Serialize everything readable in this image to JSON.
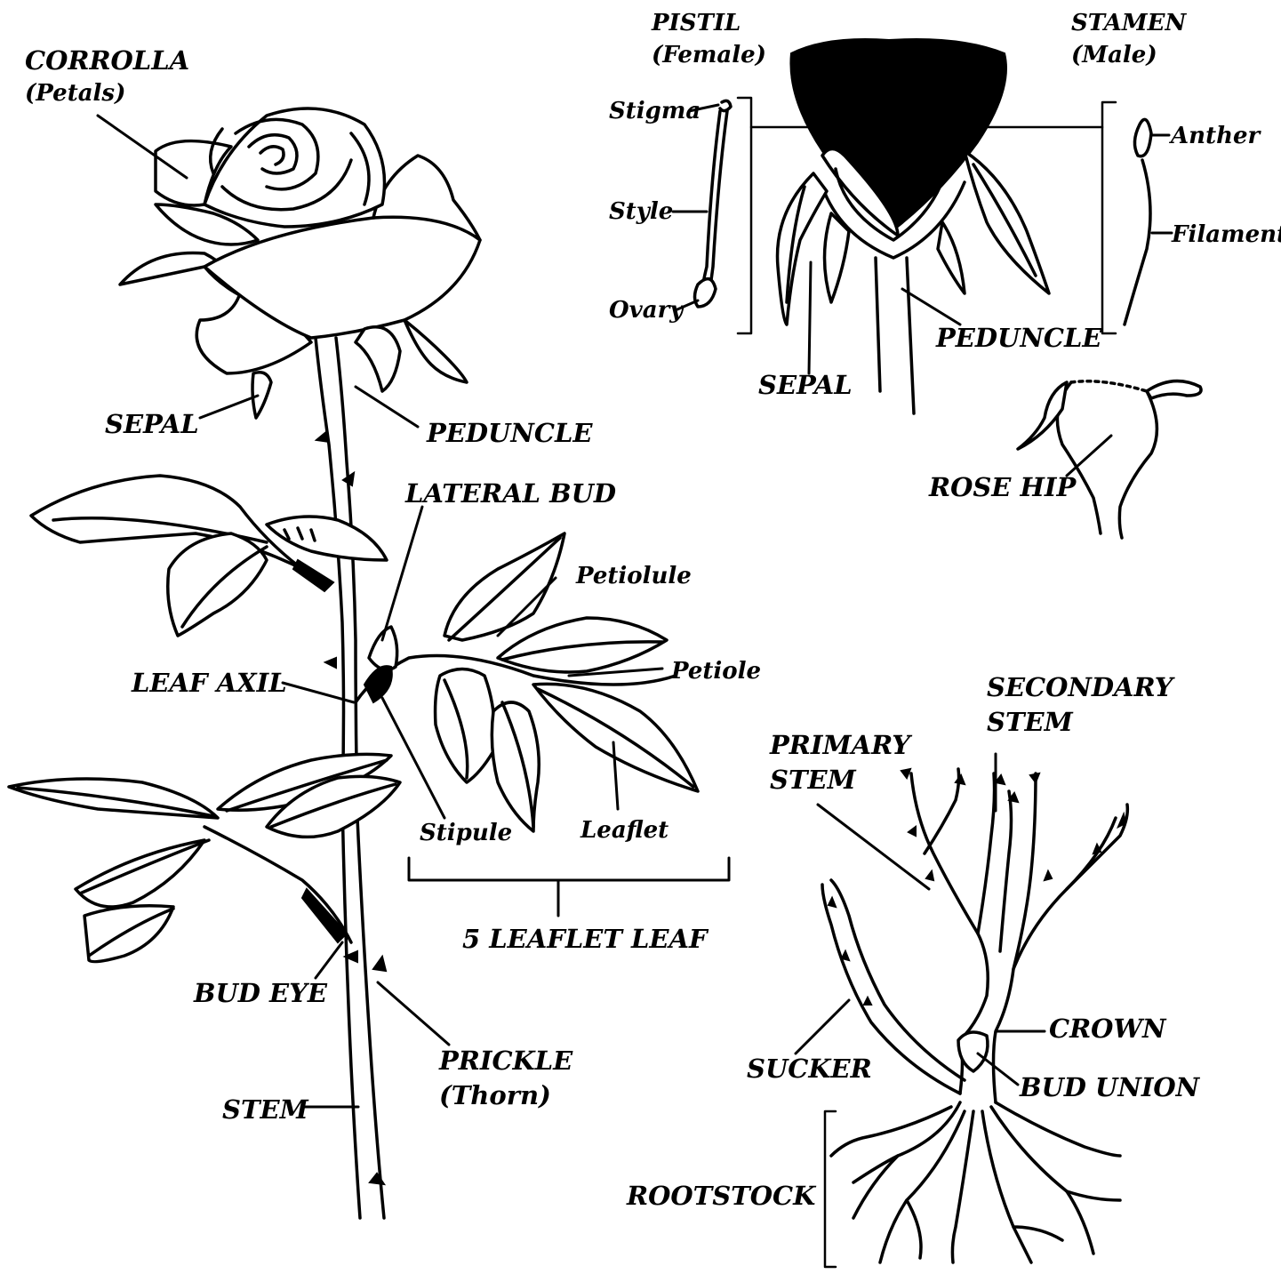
{
  "labels": {
    "corrolla": "CORROLLA",
    "petals": "(Petals)",
    "sepal_left": "SEPAL",
    "peduncle_left": "PEDUNCLE",
    "lateral_bud": "LATERAL BUD",
    "petiolule": "Petiolule",
    "petiole": "Petiole",
    "leaf_axil": "LEAF AXIL",
    "stipule": "Stipule",
    "leaflet": "Leaflet",
    "five_leaflet_leaf": "5 LEAFLET LEAF",
    "bud_eye": "BUD EYE",
    "prickle": "PRICKLE",
    "thorn": "(Thorn)",
    "stem": "STEM",
    "pistil": "PISTIL",
    "female": "(Female)",
    "stamen": "STAMEN",
    "male": "(Male)",
    "stigma": "Stigma",
    "style": "Style",
    "ovary": "Ovary",
    "anther": "Anther",
    "filament": "Filament",
    "peduncle_right": "PEDUNCLE",
    "sepal_right": "SEPAL",
    "rose_hip": "ROSE HIP",
    "secondary_stem_1": "SECONDARY",
    "secondary_stem_2": "STEM",
    "primary_stem_1": "PRIMARY",
    "primary_stem_2": "STEM",
    "crown": "CROWN",
    "sucker": "SUCKER",
    "bud_union": "BUD UNION",
    "rootstock": "ROOTSTOCK"
  }
}
